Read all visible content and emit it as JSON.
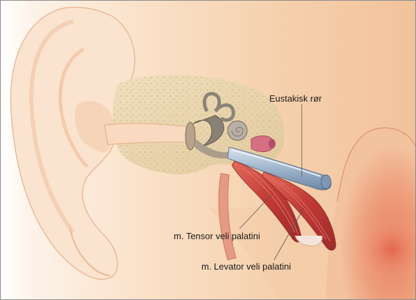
{
  "labels": {
    "eustachian_tube": "Eustakisk rør",
    "tensor_veli_palatini": "m. Tensor veli palatini",
    "levator_veli_palatini": "m. Levator veli palatini"
  },
  "colors": {
    "skin": "#f6d9bd",
    "skin_shadow": "#e8b491",
    "bone": "#ead7b1",
    "muscle": "#c9413c",
    "tube": "#8fa8c4",
    "pharynx": "#e9906c"
  }
}
